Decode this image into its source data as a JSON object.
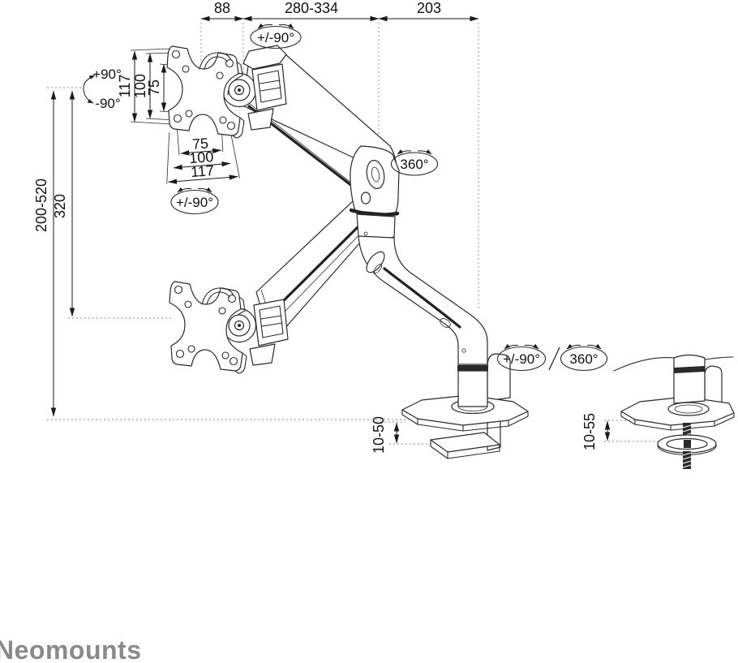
{
  "brand": "Neomounts",
  "colors": {
    "line": "#2a2a2a",
    "dim_line": "#1a1a1a",
    "text": "#111111",
    "logo_gray": "#8a8a8a",
    "background": "#ffffff"
  },
  "labels": {
    "top_front": "88",
    "top_extension": "280-334",
    "top_rear": "203",
    "vesa_plate_height": "117",
    "vesa_holes_v100": "100",
    "vesa_holes_v75": "75",
    "vesa_holes_h75": "75",
    "vesa_holes_h100": "100",
    "vesa_plate_width": "117",
    "height_range": "200-520",
    "height_lowered": "320",
    "tilt_up": "+90°",
    "tilt_down": "-90°",
    "tilt_head": "+/-90°",
    "rotate_head": "+/-90°",
    "swivel_arm": "360°",
    "pivot_base": "+/-90°",
    "swivel_base": "360°",
    "clamp_range": "10-50",
    "grommet_range": "10-55"
  }
}
